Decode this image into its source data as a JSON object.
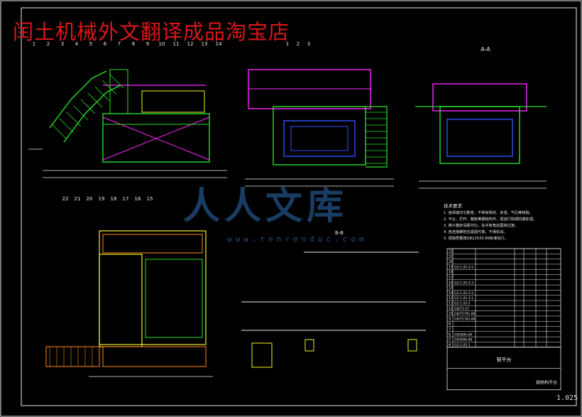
{
  "title": "闰土机械外文翻译成品淘宝店",
  "watermark": {
    "text": "人人文库",
    "url": "www.renrendoc.com"
  },
  "sheet_code": "1.025",
  "section_labels": {
    "aa": "A-A",
    "bb": "B-B"
  },
  "colors": {
    "frame": "#e8e8e8",
    "green": "#28e028",
    "magenta": "#ff28ff",
    "yellow": "#f0f028",
    "blue": "#3050ff",
    "white": "#e8e8e8",
    "red": "#d81818",
    "orange": "#ff8c10"
  },
  "callouts_top": [
    "1",
    "2",
    "3",
    "4",
    "5",
    "6",
    "7",
    "8",
    "9",
    "10",
    "11",
    "12",
    "13",
    "14"
  ],
  "callouts_bottom": [
    "22",
    "21",
    "20",
    "19",
    "18",
    "17",
    "16",
    "15"
  ],
  "callouts_mid": [
    "1",
    "2",
    "3"
  ],
  "tech_notes": [
    "技术要求",
    "1. 各焊缝均匀致密，不得有裂纹、夹渣、气孔等缺陷。",
    "2. 平台、栏杆、踏板等钢结构件，需进行除锈防腐处理。",
    "3. 梯子踏步间距均匀，扶手转角处圆滑过渡。",
    "4. 各连接螺栓应紧固可靠，不得松动。",
    "5. 焊接质量按GB12535-89标准执行。"
  ],
  "bom_rows": [
    [
      "22",
      "",
      "",
      "",
      "",
      "",
      ""
    ],
    [
      "21",
      "",
      "",
      "",
      "",
      "",
      ""
    ],
    [
      "20",
      "",
      "",
      "",
      "",
      "",
      ""
    ],
    [
      "19",
      "GZ-1.05-3-5",
      "",
      "",
      "",
      "",
      ""
    ],
    [
      "18",
      "",
      "",
      "",
      "",
      "",
      ""
    ],
    [
      "17",
      "",
      "",
      "",
      "",
      "",
      ""
    ],
    [
      "16",
      "GZ-1.05-3-3",
      "",
      "",
      "",
      "",
      ""
    ],
    [
      "15",
      "",
      "",
      "",
      "",
      "",
      ""
    ],
    [
      "14",
      "GZ-1.05-3-2",
      "",
      "",
      "",
      "",
      ""
    ],
    [
      "13",
      "GZ-1.05-3-1",
      "",
      "",
      "",
      "",
      ""
    ],
    [
      "12",
      "GZ-1.05-2",
      "",
      "",
      "",
      "",
      ""
    ],
    [
      "11",
      "GB/T3-27",
      "",
      "",
      "",
      "",
      ""
    ],
    [
      "10",
      "GB/T5781-86",
      "",
      "",
      "",
      "",
      ""
    ],
    [
      "9",
      "GB/T5783-86",
      "",
      "",
      "",
      "",
      ""
    ],
    [
      "8",
      "",
      "",
      "",
      "",
      "",
      ""
    ],
    [
      "7",
      "",
      "",
      "",
      "",
      "",
      ""
    ],
    [
      "6",
      "GB5686-86",
      "",
      "",
      "",
      "",
      ""
    ],
    [
      "5",
      "GB5686-86",
      "",
      "",
      "",
      "",
      ""
    ],
    [
      "4",
      "GZ-1.05-1",
      "",
      "",
      "",
      "",
      ""
    ]
  ],
  "title_block": {
    "name": "钢平台",
    "drawing": "钢结构平台"
  }
}
